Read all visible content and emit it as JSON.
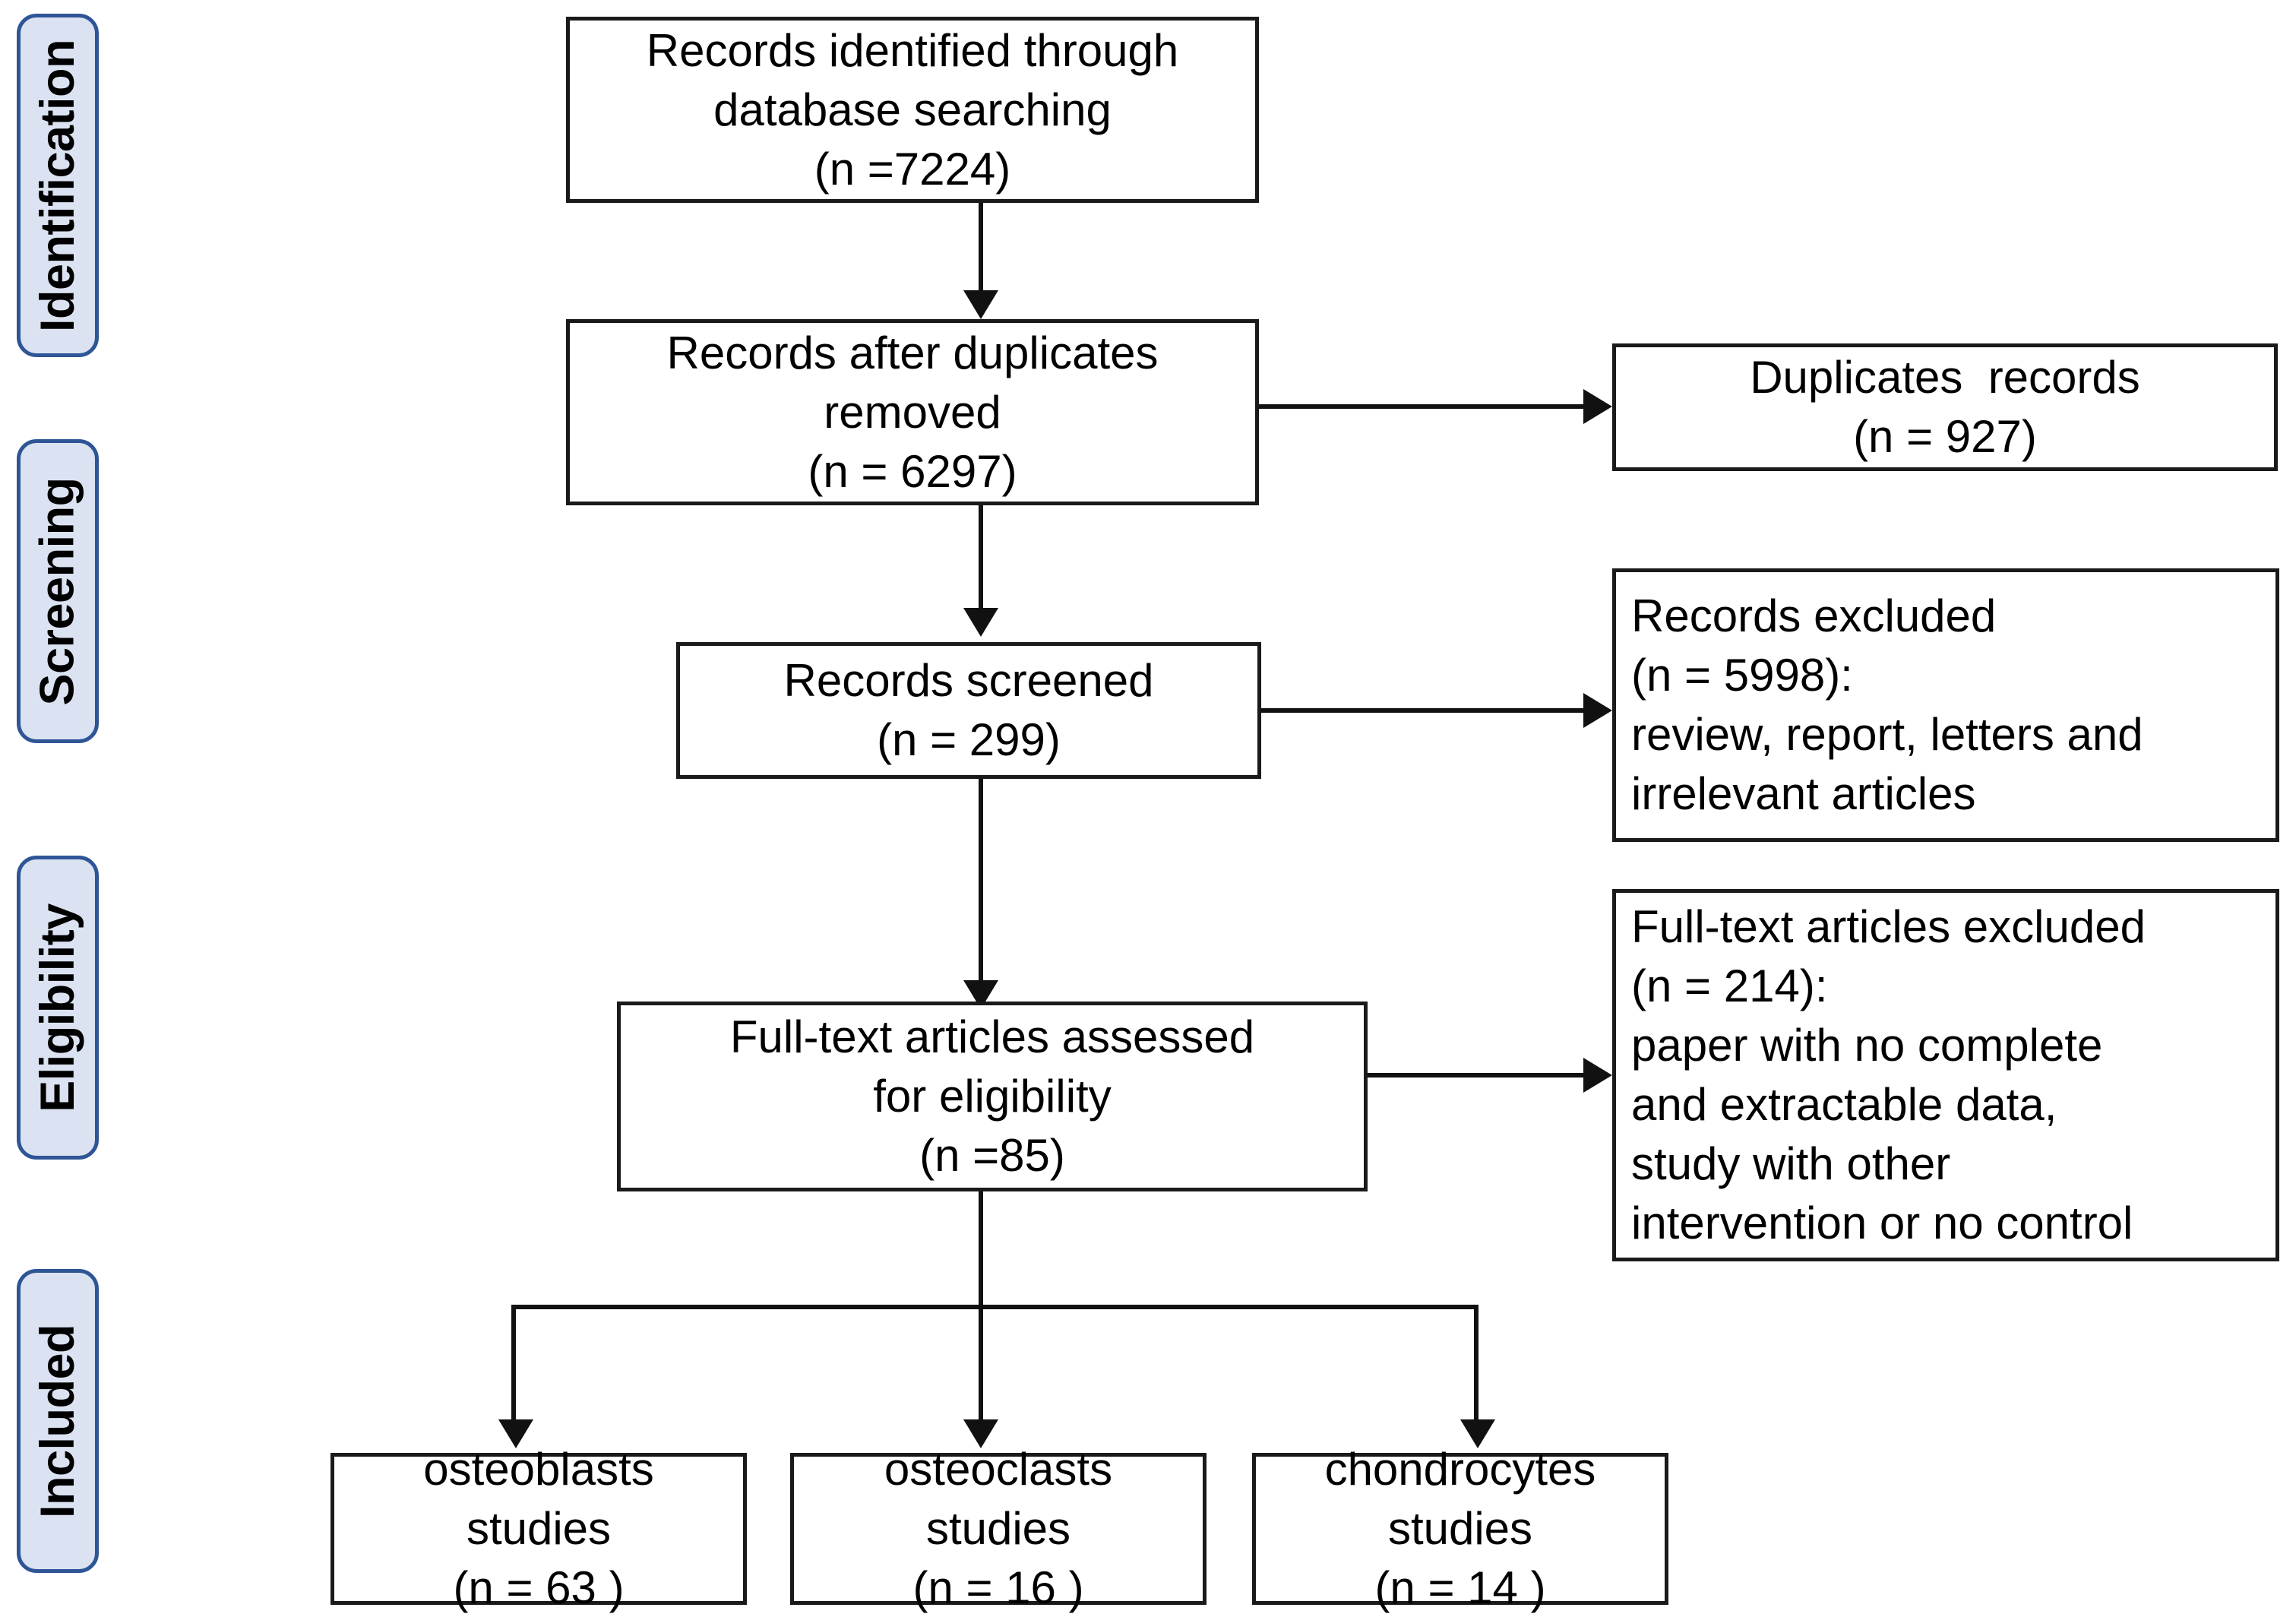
{
  "diagram": {
    "title": "PRISMA study selection flow diagram",
    "stages": [
      {
        "id": "identification",
        "label": "Identification"
      },
      {
        "id": "screening",
        "label": "Screening"
      },
      {
        "id": "eligibility",
        "label": "Eligibility"
      },
      {
        "id": "included",
        "label": "Included"
      }
    ],
    "boxes": {
      "identified": {
        "id": "records-identified",
        "align": "center",
        "lines": [
          "Records identified through",
          "database searching",
          "(n =7224)"
        ],
        "count": 7224
      },
      "after_duplicates": {
        "id": "records-after-duplicates-removed",
        "align": "center",
        "lines": [
          "Records after duplicates",
          "removed",
          "(n = 6297)"
        ],
        "count": 6297
      },
      "duplicates": {
        "id": "duplicates-records",
        "align": "center",
        "lines": [
          "Duplicates  records",
          "(n = 927)"
        ],
        "count": 927
      },
      "screened": {
        "id": "records-screened",
        "align": "center",
        "lines": [
          "Records screened",
          "(n = 299)"
        ],
        "count": 299
      },
      "records_excluded": {
        "id": "records-excluded",
        "align": "left",
        "lines": [
          "Records excluded",
          "(n = 5998):",
          "review, report, letters and",
          "irrelevant articles"
        ],
        "count": 5998
      },
      "fulltext_assessed": {
        "id": "full-text-articles-assessed",
        "align": "center",
        "lines": [
          "Full-text articles assessed",
          "for eligibility",
          "(n =85)"
        ],
        "count": 85
      },
      "fulltext_excluded": {
        "id": "full-text-articles-excluded",
        "align": "left",
        "lines": [
          "Full-text articles excluded",
          "(n = 214):",
          "paper with no complete",
          "and extractable data,",
          "study with other",
          "intervention or no control"
        ],
        "count": 214
      },
      "osteoblasts": {
        "id": "osteoblasts-studies",
        "align": "center",
        "lines": [
          "osteoblasts",
          "studies",
          "(n = 63 )"
        ],
        "count": 63
      },
      "osteoclasts": {
        "id": "osteoclasts-studies",
        "align": "center",
        "lines": [
          "osteoclasts",
          "studies",
          "(n = 16 )"
        ],
        "count": 16
      },
      "chondrocytes": {
        "id": "chondrocytes-studies",
        "align": "center",
        "lines": [
          "chondrocytes",
          "studies",
          "(n = 14 )"
        ],
        "count": 14
      }
    },
    "colors": {
      "stage_fill": "#dbe2f1",
      "stage_border": "#2e5596",
      "box_border": "#1a1a1a",
      "connector": "#111111",
      "background": "#ffffff",
      "text": "#000000"
    }
  }
}
